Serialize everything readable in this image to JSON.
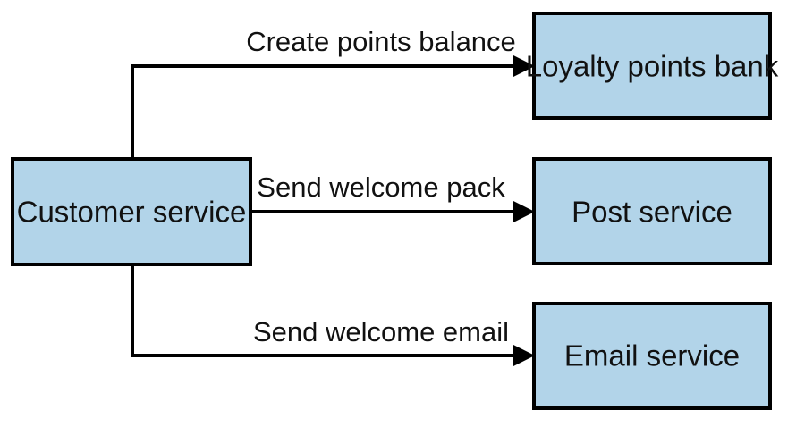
{
  "nodes": {
    "customer": "Customer service",
    "loyalty": "Loyalty points bank",
    "post": "Post service",
    "email": "Email service"
  },
  "edges": {
    "create_points": "Create points balance",
    "welcome_pack": "Send welcome pack",
    "welcome_email": "Send welcome email"
  },
  "colors": {
    "node_fill": "#b2d4e9",
    "line": "#000000"
  }
}
